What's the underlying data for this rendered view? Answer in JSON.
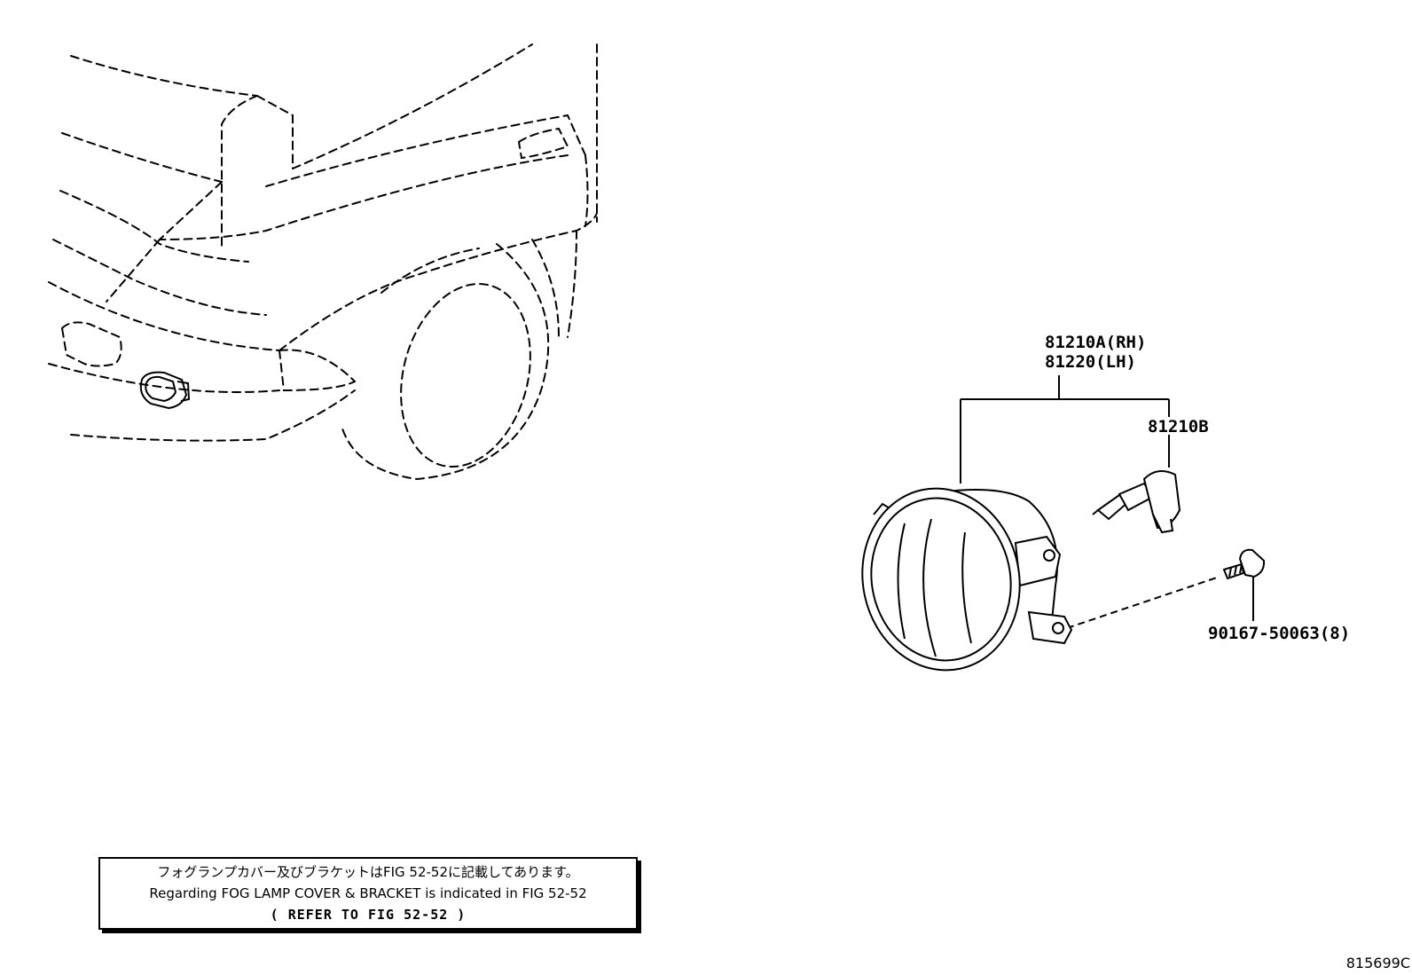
{
  "callouts": {
    "fog_lamp_rh": "81210A(RH)",
    "fog_lamp_lh": "81220(LH)",
    "bulb": "81210B",
    "screw": "90167-50063(8)"
  },
  "note": {
    "japanese": "フォグランプカバー及びブラケットはFIG 52-52に記載してあります。",
    "english": "Regarding FOG LAMP COVER & BRACKET is indicated in FIG 52-52",
    "refer": "(   REFER TO FIG 52-52   )"
  },
  "figure_id": "815699C"
}
